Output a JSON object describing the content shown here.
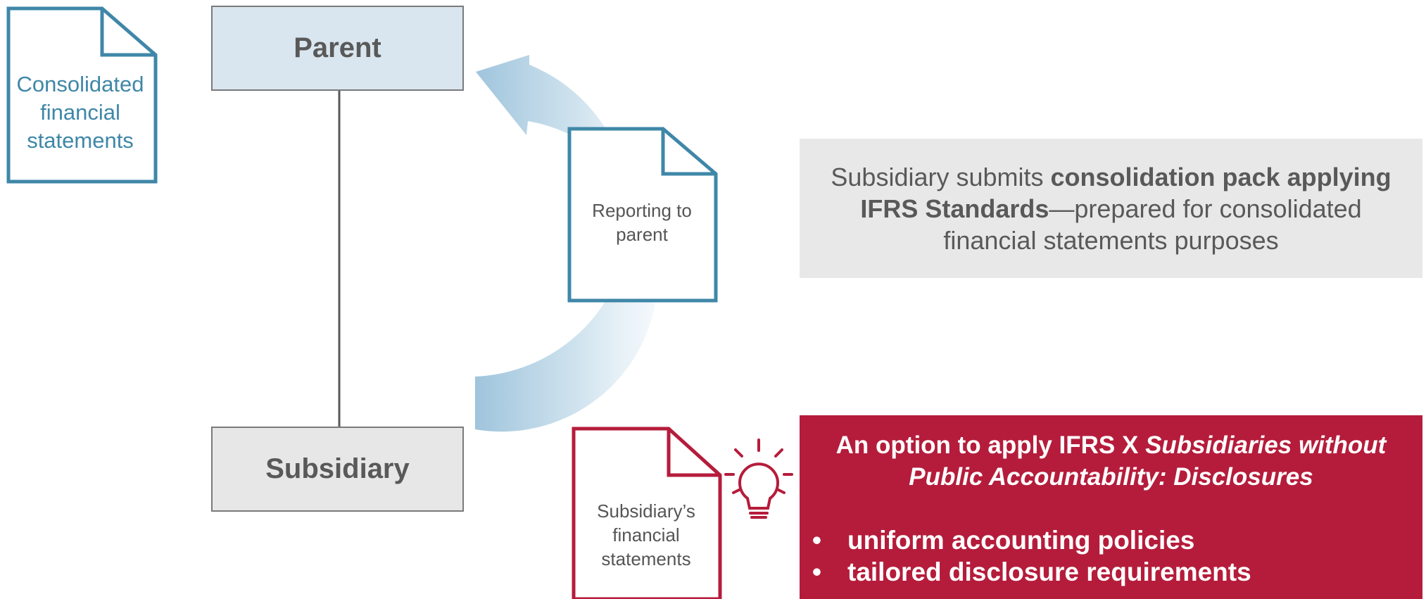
{
  "colors": {
    "doc_blue": "#3f87a8",
    "doc_red": "#b51c3b",
    "parent_fill": "#dae6ef",
    "subsidiary_fill": "#e7e7e7",
    "callout_grey": "#e8e8e8",
    "arrow_blue": "#9fc4dc",
    "text_grey": "#595959"
  },
  "consolidated_doc": {
    "label": "Consolidated financial statements",
    "icon": "document-icon"
  },
  "parent": {
    "label": "Parent"
  },
  "subsidiary": {
    "label": "Subsidiary"
  },
  "reporting_doc": {
    "label": "Reporting to parent",
    "icon": "document-icon"
  },
  "subsidiary_doc": {
    "label": "Subsidiary’s financial statements",
    "icon": "document-icon"
  },
  "pack_callout": {
    "part1": "Subsidiary submits ",
    "bold": "consolidation pack applying IFRS Standards",
    "part2": "—prepared for consolidated financial statements purposes"
  },
  "option_panel": {
    "icon": "lightbulb-icon",
    "title_prefix": "An option to apply IFRS X ",
    "title_italic": "Subsidiaries without Public Accountability: Disclosures",
    "bullet_marker": "•",
    "bullets": [
      "uniform accounting policies",
      "tailored disclosure requirements"
    ]
  }
}
